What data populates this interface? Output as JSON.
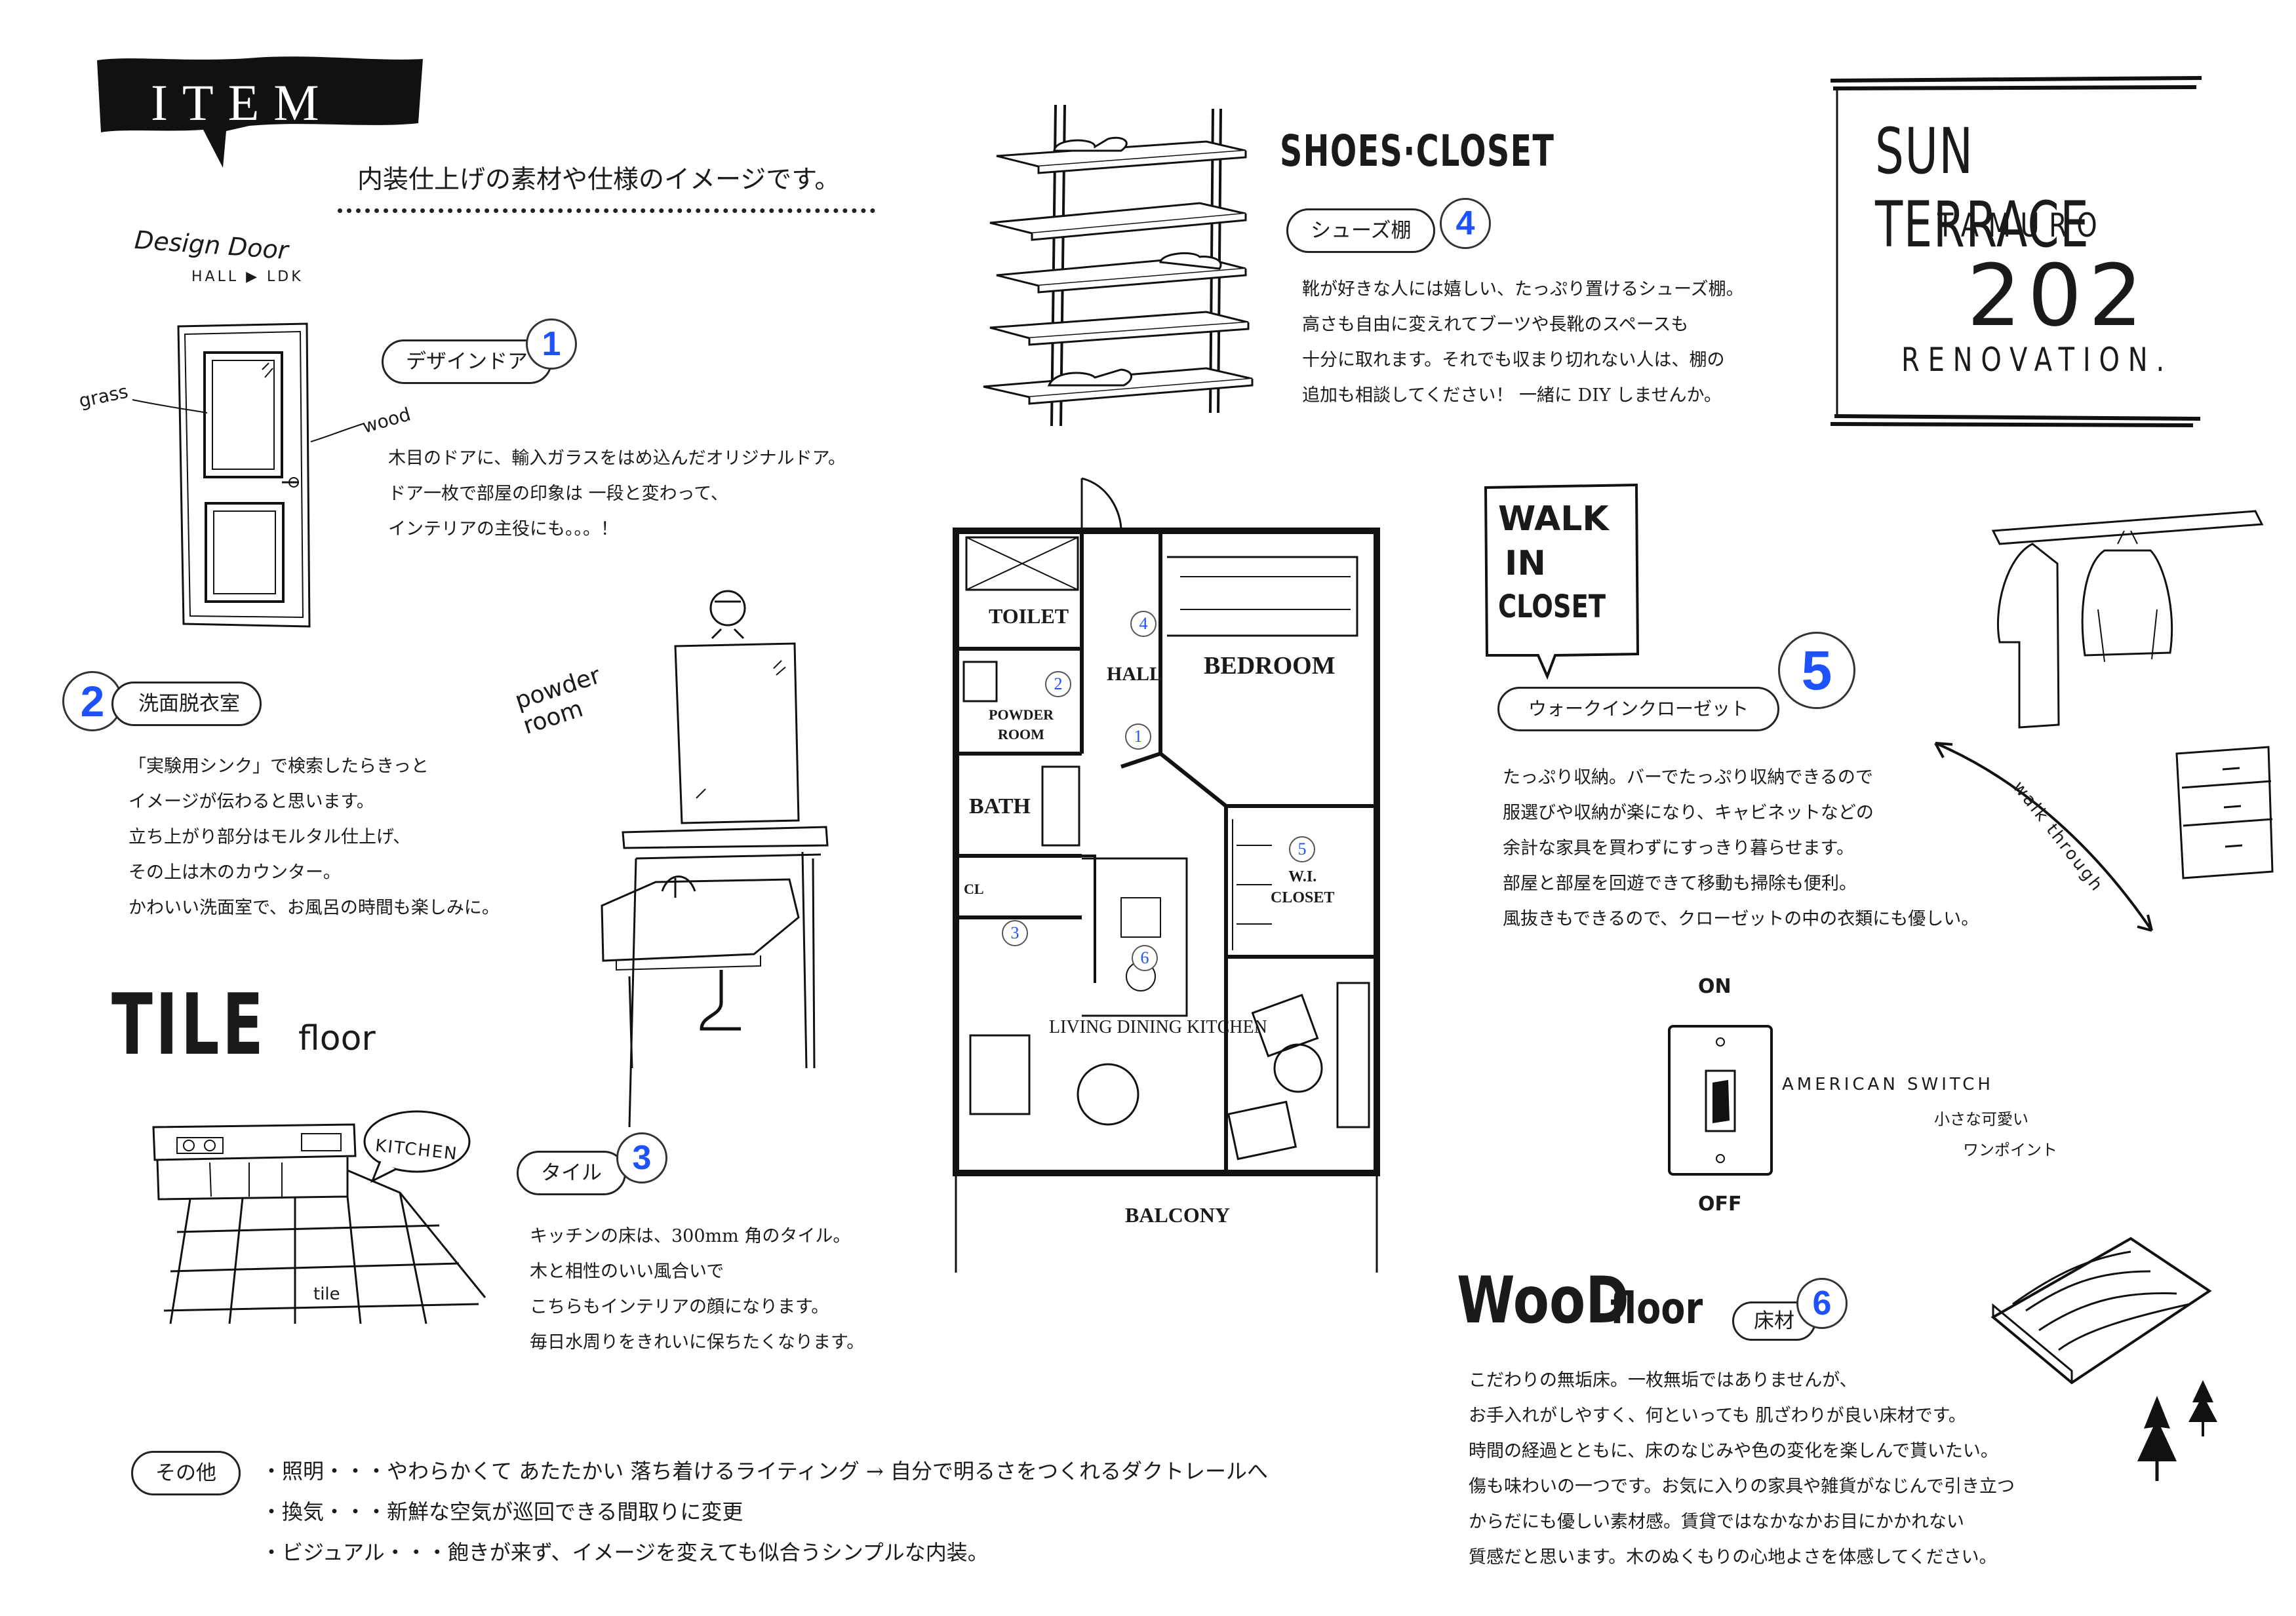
{
  "header": {
    "item_title": "ITEM",
    "subtitle": "内装仕上げの素材や仕様のイメージです。"
  },
  "brand": {
    "line1": "SUN TERRACE",
    "line2": "TAMURO",
    "line3": "202",
    "line4": "RENOVATION."
  },
  "door": {
    "sketch_title": "Design Door",
    "sketch_sub": "HALL ▶ LDK",
    "label_glass": "grass",
    "label_wood": "wood",
    "pill": "デザインドア",
    "num": "1",
    "text": "木目のドアに、輸入ガラスをはめ込んだオリジナルドア。\nドア一枚で部屋の印象は 一段と変わって、\nインテリアの主役にも。。。！"
  },
  "powder": {
    "pill": "洗面脱衣室",
    "num": "2",
    "sketch_label": "powder\nroom",
    "text": "「実験用シンク」で検索したらきっと\nイメージが伝わると思います。\n立ち上がり部分はモルタル仕上げ、\nその上は木のカウンター。\nかわいい洗面室で、お風呂の時間も楽しみに。"
  },
  "tile": {
    "heading_big": "TILE",
    "heading_small": "floor",
    "bubble": "KITCHEN",
    "sketch_label": "tile",
    "pill": "タイル",
    "num": "3",
    "text": "キッチンの床は、300mm 角のタイル。\n木と相性のいい風合いで\nこちらもインテリアの顔になります。\n毎日水周りをきれいに保ちたくなります。"
  },
  "shoes": {
    "heading": "SHOES·CLOSET",
    "pill": "シューズ棚",
    "num": "4",
    "text": "靴が好きな人には嬉しい、たっぷり置けるシューズ棚。\n高さも自由に変えれてブーツや長靴のスペースも\n十分に取れます。それでも収まり切れない人は、棚の\n追加も相談してください！ 一緒に DIY しませんか。"
  },
  "closet": {
    "heading_lines": [
      "WALK",
      "IN",
      "CLOSET"
    ],
    "pill": "ウォークインクローゼット",
    "num": "5",
    "arrow_label": "walk through",
    "text": "たっぷり収納。バーでたっぷり収納できるので\n服選びや収納が楽になり、キャビネットなどの\n余計な家具を買わずにすっきり暮らせます。\n部屋と部屋を回遊できて移動も掃除も便利。\n風抜きもできるので、クローゼットの中の衣類にも優しい。"
  },
  "switch": {
    "on": "ON",
    "off": "OFF",
    "title": "AMERICAN SWITCH",
    "note1": "小さな可愛い",
    "note2": "ワンポイント"
  },
  "wood": {
    "heading_big": "WooD",
    "heading_small": "floor",
    "pill": "床材",
    "num": "6",
    "text": "こだわりの無垢床。一枚無垢ではありませんが、\nお手入れがしやすく、何といっても 肌ざわりが良い床材です。\n時間の経過とともに、床のなじみや色の変化を楽しんで貰いたい。\n傷も味わいの一つです。お気に入りの家具や雑貨がなじんで引き立つ\nからだにも優しい素材感。賃貸ではなかなかお目にかかれない\n質感だと思います。木のぬくもりの心地よさを体感してください。"
  },
  "other": {
    "pill": "その他",
    "items": [
      "・照明・・・やわらかくて あたたかい 落ち着けるライティング → 自分で明るさをつくれるダクトレールへ",
      "・換気・・・新鮮な空気が巡回できる間取りに変更",
      "・ビジュアル・・・飽きが来ず、イメージを変えても似合うシンプルな内装。"
    ]
  },
  "floorplan": {
    "rooms": {
      "toilet": "TOILET",
      "hall": "HALL",
      "bedroom": "BEDROOM",
      "powder": "POWDER\nROOM",
      "bath": "BATH",
      "cl": "CL",
      "wi_closet": "W.I.\nCLOSET",
      "ldk": "LIVING DINING KITCHEN",
      "balcony": "BALCONY"
    },
    "markers": [
      "1",
      "2",
      "3",
      "4",
      "5",
      "6"
    ]
  },
  "colors": {
    "accent_number": "#1f52ff",
    "ink": "#1a1a1a",
    "banner": "#111111"
  }
}
